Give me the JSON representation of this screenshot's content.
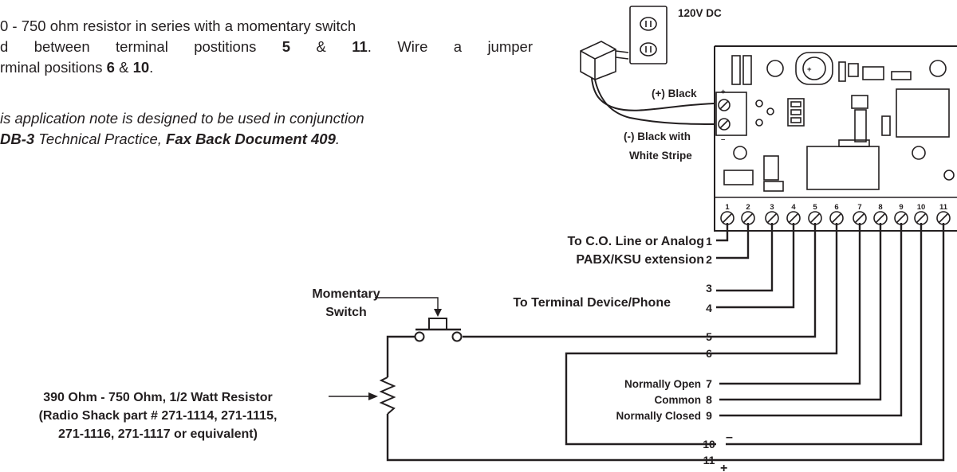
{
  "intro": {
    "l1": "0 - 750 ohm resistor in series with a momentary switch",
    "l2a": "d between terminal postitions ",
    "t5": "5",
    "amp1": " & ",
    "t11": "11",
    "l2b": ". Wire a jumper",
    "l3a": "rminal positions ",
    "t6": "6",
    "amp2": " & ",
    "t10": "10",
    "l3b": "."
  },
  "note": {
    "l1": "is application note is designed to be used in conjunction",
    "db3": "DB-3",
    "mid": " Technical Practice, ",
    "fax": "Fax Back Document 409",
    "end": "."
  },
  "diagram": {
    "power_label": "120V DC",
    "pos_lead": "(+) Black",
    "neg_lead_1": "(-) Black with",
    "neg_lead_2": "White Stripe",
    "plus_sign": "+",
    "minus_sign": "–",
    "terminal_numbers": [
      "1",
      "2",
      "3",
      "4",
      "5",
      "6",
      "7",
      "8",
      "9",
      "10",
      "11"
    ],
    "co_line_1": "To C.O. Line or Analog",
    "co_line_2": "PABX/KSU extension",
    "terminal_device": "To Terminal Device/Phone",
    "switch_1": "Momentary",
    "switch_2": "Switch",
    "resistor_1": "390 Ohm - 750 Ohm, 1/2 Watt Resistor",
    "resistor_2": "(Radio Shack part # 271-1114, 271-1115,",
    "resistor_3": "271-1116, 271-1117 or equivalent)",
    "normally_open": "Normally Open",
    "common": "Common",
    "normally_closed": "Normally Closed",
    "line_numbers": [
      "1",
      "2",
      "3",
      "4",
      "5",
      "6",
      "7",
      "8",
      "9",
      "10",
      "11"
    ],
    "minus_mark": "–",
    "plus_mark": "+"
  }
}
